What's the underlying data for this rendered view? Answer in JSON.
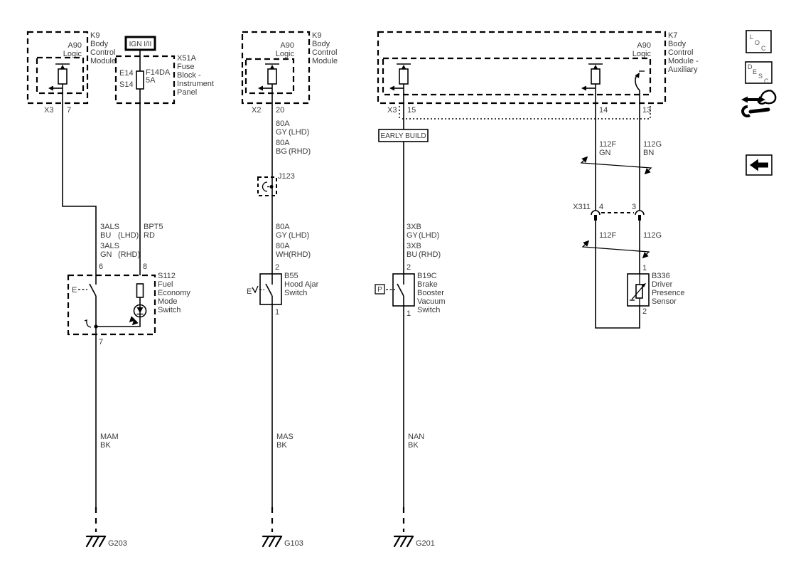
{
  "toolbar": {
    "loc": [
      "L",
      "O",
      "C"
    ],
    "desc": [
      "D",
      "E",
      "S",
      "C"
    ],
    "icons": {
      "tools": "connector-tools-icon",
      "back": "back-arrow-icon"
    }
  },
  "modules": {
    "k9_left": {
      "name": [
        "K9",
        "Body",
        "Control",
        "Module"
      ],
      "logic": [
        "A90",
        "Logic"
      ],
      "connector": "X3",
      "pin": "7"
    },
    "k9_mid": {
      "name": [
        "K9",
        "Body",
        "Control",
        "Module"
      ],
      "logic": [
        "A90",
        "Logic"
      ],
      "connector": "X2",
      "pin": "20"
    },
    "k7": {
      "name": [
        "K7",
        "Body",
        "Control",
        "Module -",
        "Auxiliary"
      ],
      "logic": [
        "A90",
        "Logic"
      ],
      "connector": "X3",
      "pin15": "15",
      "pin14": "14",
      "pin13": "13"
    },
    "fuse_block": {
      "power": "IGN I/II",
      "name": [
        "X51A",
        "Fuse",
        "Block -",
        "Instrument",
        "Panel"
      ],
      "terminal_top": "E14",
      "terminal_bottom": "S14",
      "fuse": [
        "F14DA",
        "5A"
      ]
    }
  },
  "components": {
    "s112": {
      "name": [
        "S112",
        "Fuel",
        "Economy",
        "Mode",
        "Switch"
      ],
      "pin_top": "6",
      "pin_fuse": "8",
      "pin_bottom": "7",
      "actuator": "E"
    },
    "b55": {
      "name": [
        "B55",
        "Hood Ajar",
        "Switch"
      ],
      "pin_top": "2",
      "pin_bottom": "1",
      "actuator": "E"
    },
    "b19c": {
      "name": [
        "B19C",
        "Brake",
        "Booster",
        "Vacuum",
        "Switch"
      ],
      "pin_top": "2",
      "pin_bottom": "1",
      "actuator": "P"
    },
    "b336": {
      "name": [
        "B336",
        "Driver",
        "Presence",
        "Sensor"
      ],
      "pin_top": "1",
      "pin_bottom": "2"
    },
    "j123": "J123",
    "x311": {
      "name": "X311",
      "pin_left": "4",
      "pin_right": "3"
    }
  },
  "wires": {
    "bpt5": [
      "BPT5",
      "RD"
    ],
    "left": [
      "3ALS",
      "BU",
      "(LHD)",
      "3ALS",
      "GN",
      "(RHD)"
    ],
    "mid_upper": [
      "80A",
      "GY",
      "(LHD)",
      "80A",
      "BG",
      "(RHD)"
    ],
    "mid_lower": [
      "80A",
      "GY",
      "(LHD)",
      "80A",
      "WH",
      "(RHD)"
    ],
    "right": [
      "3XB",
      "GY",
      "(LHD)",
      "3XB",
      "BU",
      "(RHD)"
    ],
    "f_upper": [
      "112F",
      "GN"
    ],
    "g_upper": [
      "112G",
      "BN"
    ],
    "f_lower": "112F",
    "g_lower": "112G",
    "gnd_left": [
      "MAM",
      "BK"
    ],
    "gnd_mid": [
      "MAS",
      "BK"
    ],
    "gnd_right": [
      "NAN",
      "BK"
    ]
  },
  "grounds": {
    "left": "G203",
    "mid": "G103",
    "right": "G201"
  },
  "notes": {
    "early_build": "EARLY BUILD"
  }
}
